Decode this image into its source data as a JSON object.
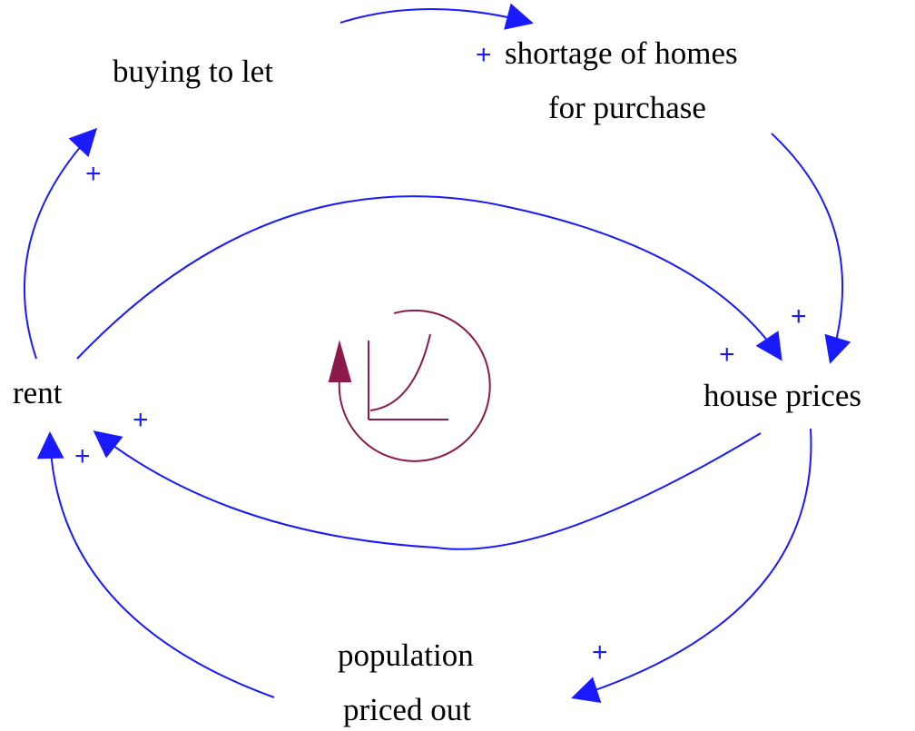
{
  "colors": {
    "link": "#1a1aff",
    "loop": "#8b1a4a",
    "text": "#000000",
    "background": "#ffffff"
  },
  "nodes": {
    "buying_to_let": "buying to let",
    "shortage_line1": "shortage of homes",
    "shortage_line2": "for purchase",
    "rent": "rent",
    "house_prices": "house prices",
    "population_line1": "population",
    "population_line2": "priced out"
  },
  "links": [
    {
      "from": "buying to let",
      "to": "shortage of homes for purchase",
      "polarity": "+"
    },
    {
      "from": "shortage of homes for purchase",
      "to": "house prices",
      "polarity": "+"
    },
    {
      "from": "rent",
      "to": "house prices",
      "polarity": "+"
    },
    {
      "from": "house prices",
      "to": "rent",
      "polarity": "+"
    },
    {
      "from": "rent",
      "to": "buying to let",
      "polarity": "+"
    },
    {
      "from": "house prices",
      "to": "population priced out",
      "polarity": "+"
    },
    {
      "from": "population priced out",
      "to": "rent",
      "polarity": "+"
    }
  ],
  "loop_icon": {
    "type": "reinforcing",
    "graph_icon": "exponential-growth-icon",
    "arrow_icon": "counterclockwise-arrow-icon"
  },
  "polarity_labels": {
    "shortage_in": "+",
    "rent_to_buying": "+",
    "shortage_to_prices": "+",
    "rent_to_prices": "+",
    "prices_to_rent": "+",
    "population_to_rent": "+",
    "prices_to_population": "+"
  }
}
